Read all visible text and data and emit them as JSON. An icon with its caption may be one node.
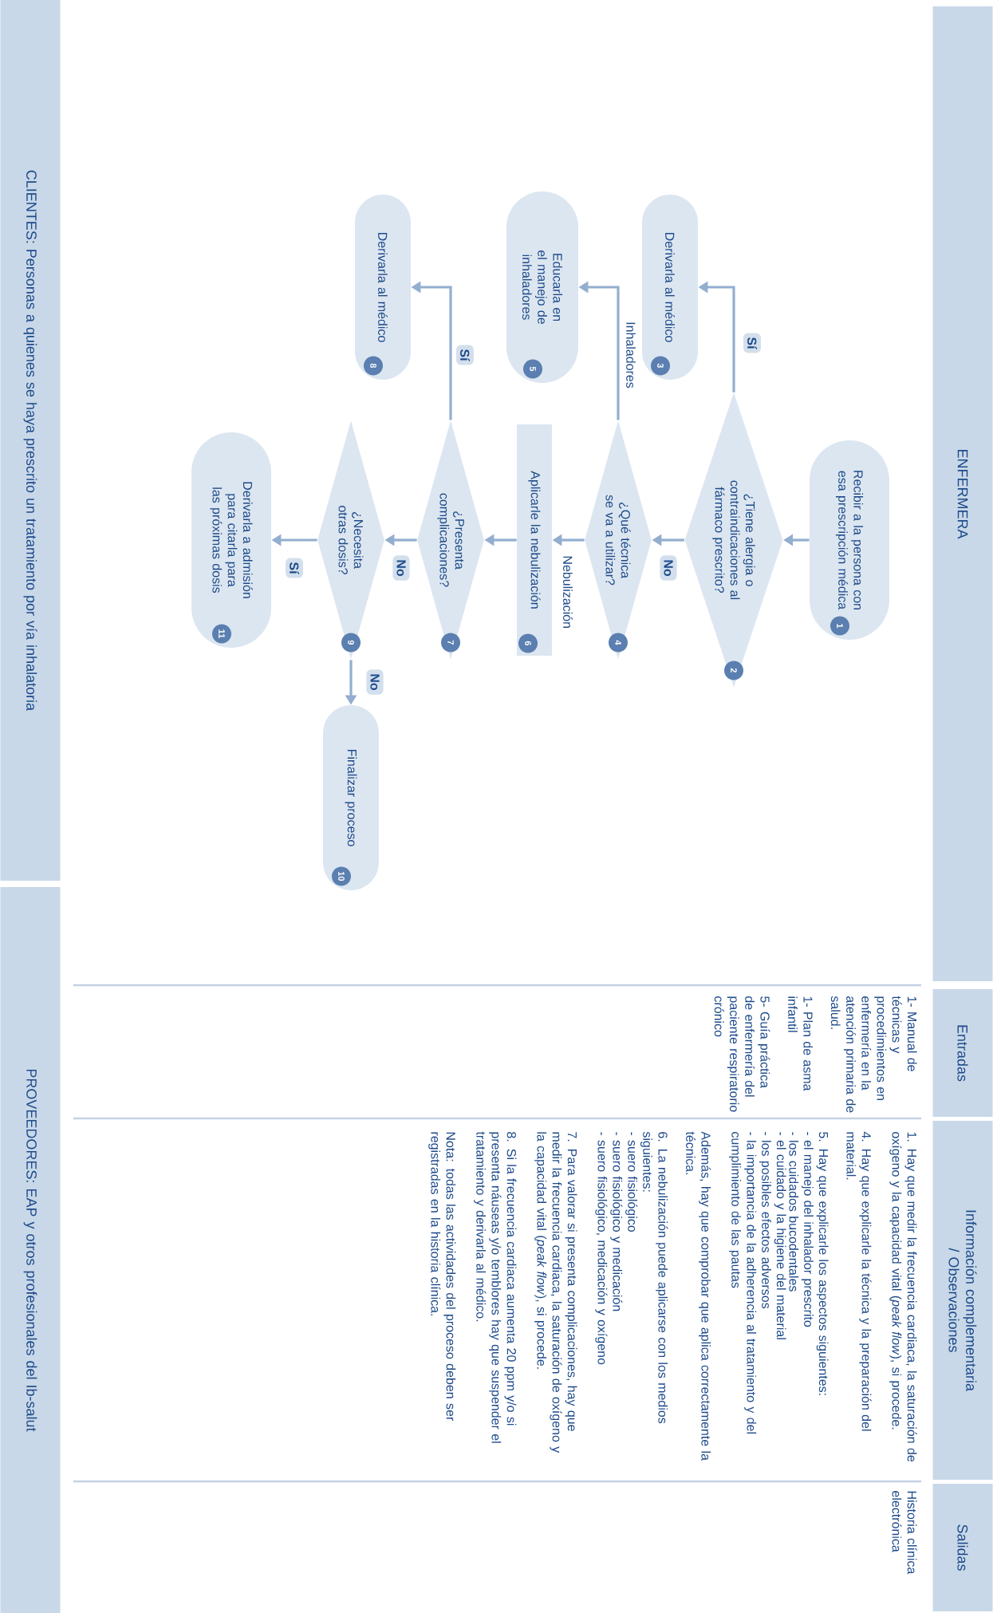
{
  "diagram": {
    "nodes": [
      {
        "text": [
          "Recibir a la persona con esa prescripción médica",
          "1"
        ]
      },
      {
        "text": [
          "¿Tiene alergia o contraindicaciones al fármaco prescrito?",
          "2"
        ]
      },
      {
        "text": [
          "Derivarla al médico",
          "3"
        ]
      },
      {
        "text": [
          "¿Qué técnica se va a utilizar?",
          "4"
        ]
      },
      {
        "text": [
          "Educarla en el manejo de inhaladores",
          "5"
        ]
      },
      {
        "text": [
          "Aplicarle la nebulización",
          "6"
        ]
      },
      {
        "text": [
          "¿Presenta complicaciones?",
          "7"
        ]
      },
      {
        "text": [
          "Derivarla al médico",
          "8"
        ]
      },
      {
        "text": [
          "¿Necesita otras dosis?",
          "9"
        ]
      },
      {
        "text": [
          "Finalizar proceso",
          "10"
        ]
      },
      {
        "text": [
          "Derivarla a admisión para citarla para las próximas dosis",
          "11"
        ]
      },
      {
        "text": [
          "ENFERMERA"
        ]
      },
      {
        "text": [
          "Entradas"
        ]
      },
      {
        "text": [
          "Información complementaria / Observaciones"
        ]
      },
      {
        "text": [
          "Salidas"
        ]
      },
      {
        "text": [
          "CLIENTES: Personas a quienes se haya prescrito un tratamiento por vía inhalatoria"
        ]
      },
      {
        "text": [
          "PROVEEDORES: EAP y otros profesionales del Ib-salut"
        ]
      }
    ],
    "edges": [
      {
        "from": 0,
        "to": 1,
        "arrow": "to"
      },
      {
        "from": 1,
        "to": 2,
        "arrow": "to",
        "label": "Sí"
      },
      {
        "from": 1,
        "to": 3,
        "arrow": "to",
        "label": "No"
      },
      {
        "from": 3,
        "to": 4,
        "arrow": "to",
        "label": "Inhaladores"
      },
      {
        "from": 3,
        "to": 5,
        "arrow": "to",
        "label": "Nebulización"
      },
      {
        "from": 5,
        "to": 6,
        "arrow": "to"
      },
      {
        "from": 6,
        "to": 7,
        "arrow": "to",
        "label": "Sí"
      },
      {
        "from": 6,
        "to": 8,
        "arrow": "to",
        "label": "No"
      },
      {
        "from": 8,
        "to": 10,
        "arrow": "to",
        "label": "Sí"
      },
      {
        "from": 8,
        "to": 9,
        "arrow": "to",
        "label": "No"
      }
    ],
    "labels": [
      "1- Manual de técnicas y procedimientos en enfermería en la atención primaria de salud.",
      "1- Plan de asma infantil",
      "5- Guía práctica de enfermería del paciente respiratorio crónico",
      "1. Hay que medir la frecuencia cardiaca, la saturación de oxígeno y la capacidad vital (*peak flow*), si procede.",
      "4. Hay que explicarle la técnica y la preparación del material.",
      "5. Hay que explicarle los aspectos siguientes:",
      "- el manejo del inhalador prescrito",
      "- los cuidados bucodentales",
      "- el cuidado y la higiene del material",
      "- los posibles efectos adversos",
      "- la importancia de la adherencia al tratamiento y del cumplimiento de las pautas",
      "Además, hay que comprobar que aplica correctamente la técnica.",
      "6. La nebulización puede aplicarse con los medios siguientes:",
      "- suero fisiológico",
      "- suero fisiológico y medicación",
      "- suero fisiológico, medicación y oxígeno",
      "7. Para valorar si presenta complicaciones, hay que medir la frecuencia cardiaca, la saturación de oxígeno y la capacidad vital (*peak flow*), si procede.",
      "8. Si la frecuencia cardiaca aumenta 20 ppm y/o si presenta náuseas y/o temblores hay que suspender el tratamiento y derivarla al médico.",
      "Nota: todas las actividades del proceso deben ser registradas en la historia clínica.",
      "Historia clínica electrónica"
    ]
  }
}
